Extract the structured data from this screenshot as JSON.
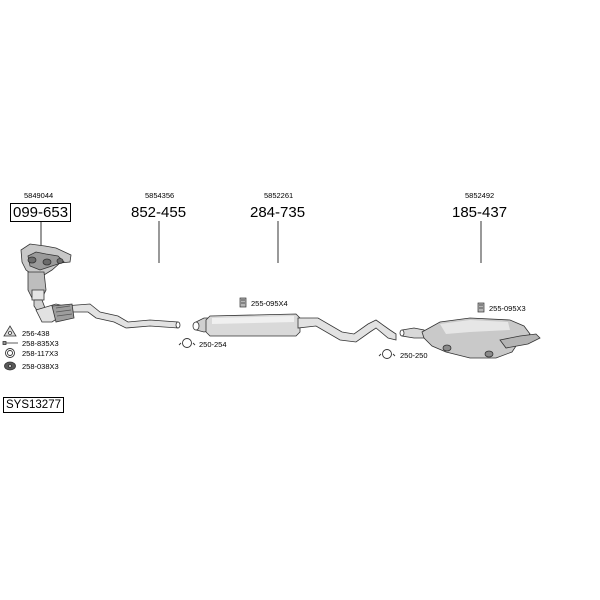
{
  "system_code": "SYS13277",
  "parts": [
    {
      "oe": "5849044",
      "number": "099-653",
      "boxed": true
    },
    {
      "oe": "5854356",
      "number": "852-455",
      "boxed": false
    },
    {
      "oe": "5852261",
      "number": "284-735",
      "boxed": false
    },
    {
      "oe": "5852492",
      "number": "185-437",
      "boxed": false
    }
  ],
  "fittings": {
    "front_list": [
      "256-438",
      "258-835X3",
      "258-117X3",
      "258-038X3"
    ],
    "clamp_front": "250-254",
    "hanger_mid": "255-095X4",
    "clamp_rear": "250-250",
    "hanger_rear": "255-095X3"
  }
}
